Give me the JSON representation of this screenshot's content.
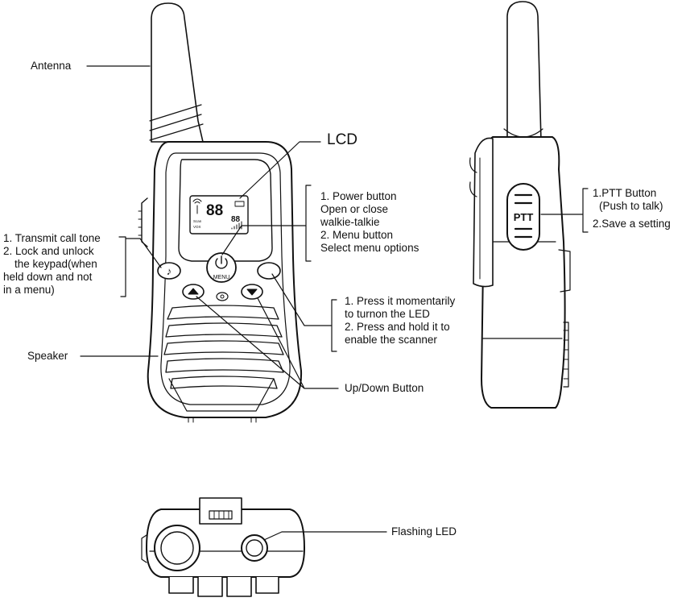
{
  "labels": {
    "antenna": "Antenna",
    "lcd": "LCD",
    "power_menu": {
      "line1": "1. Power button",
      "line2": "Open or close",
      "line3": "walkie-talkie",
      "line4": "2. Menu button",
      "line5": "Select menu options"
    },
    "call_lock": {
      "line1": "1. Transmit call tone",
      "line2": "2. Lock and unlock",
      "line3": "the keypad(when",
      "line4": "held down and not",
      "line5": "in a menu)"
    },
    "led_scan": {
      "line1": "1. Press it momentarily",
      "line2": "to turnon the LED",
      "line3": "2. Press and hold it to",
      "line4": "enable the scanner"
    },
    "speaker": "Speaker",
    "updown": "Up/Down Button",
    "ptt": {
      "line1": "1.PTT Button",
      "line2": "(Push to talk)",
      "line3": "2.Save a setting"
    },
    "flashing_led": "Flashing LED"
  },
  "device": {
    "lcd_digits_big": "88",
    "lcd_digits_small": "88",
    "lcd_scan": "Scan",
    "lcd_vox": "VOX",
    "menu_key": "MENU",
    "ptt_key": "PTT",
    "note_key": "♪"
  }
}
